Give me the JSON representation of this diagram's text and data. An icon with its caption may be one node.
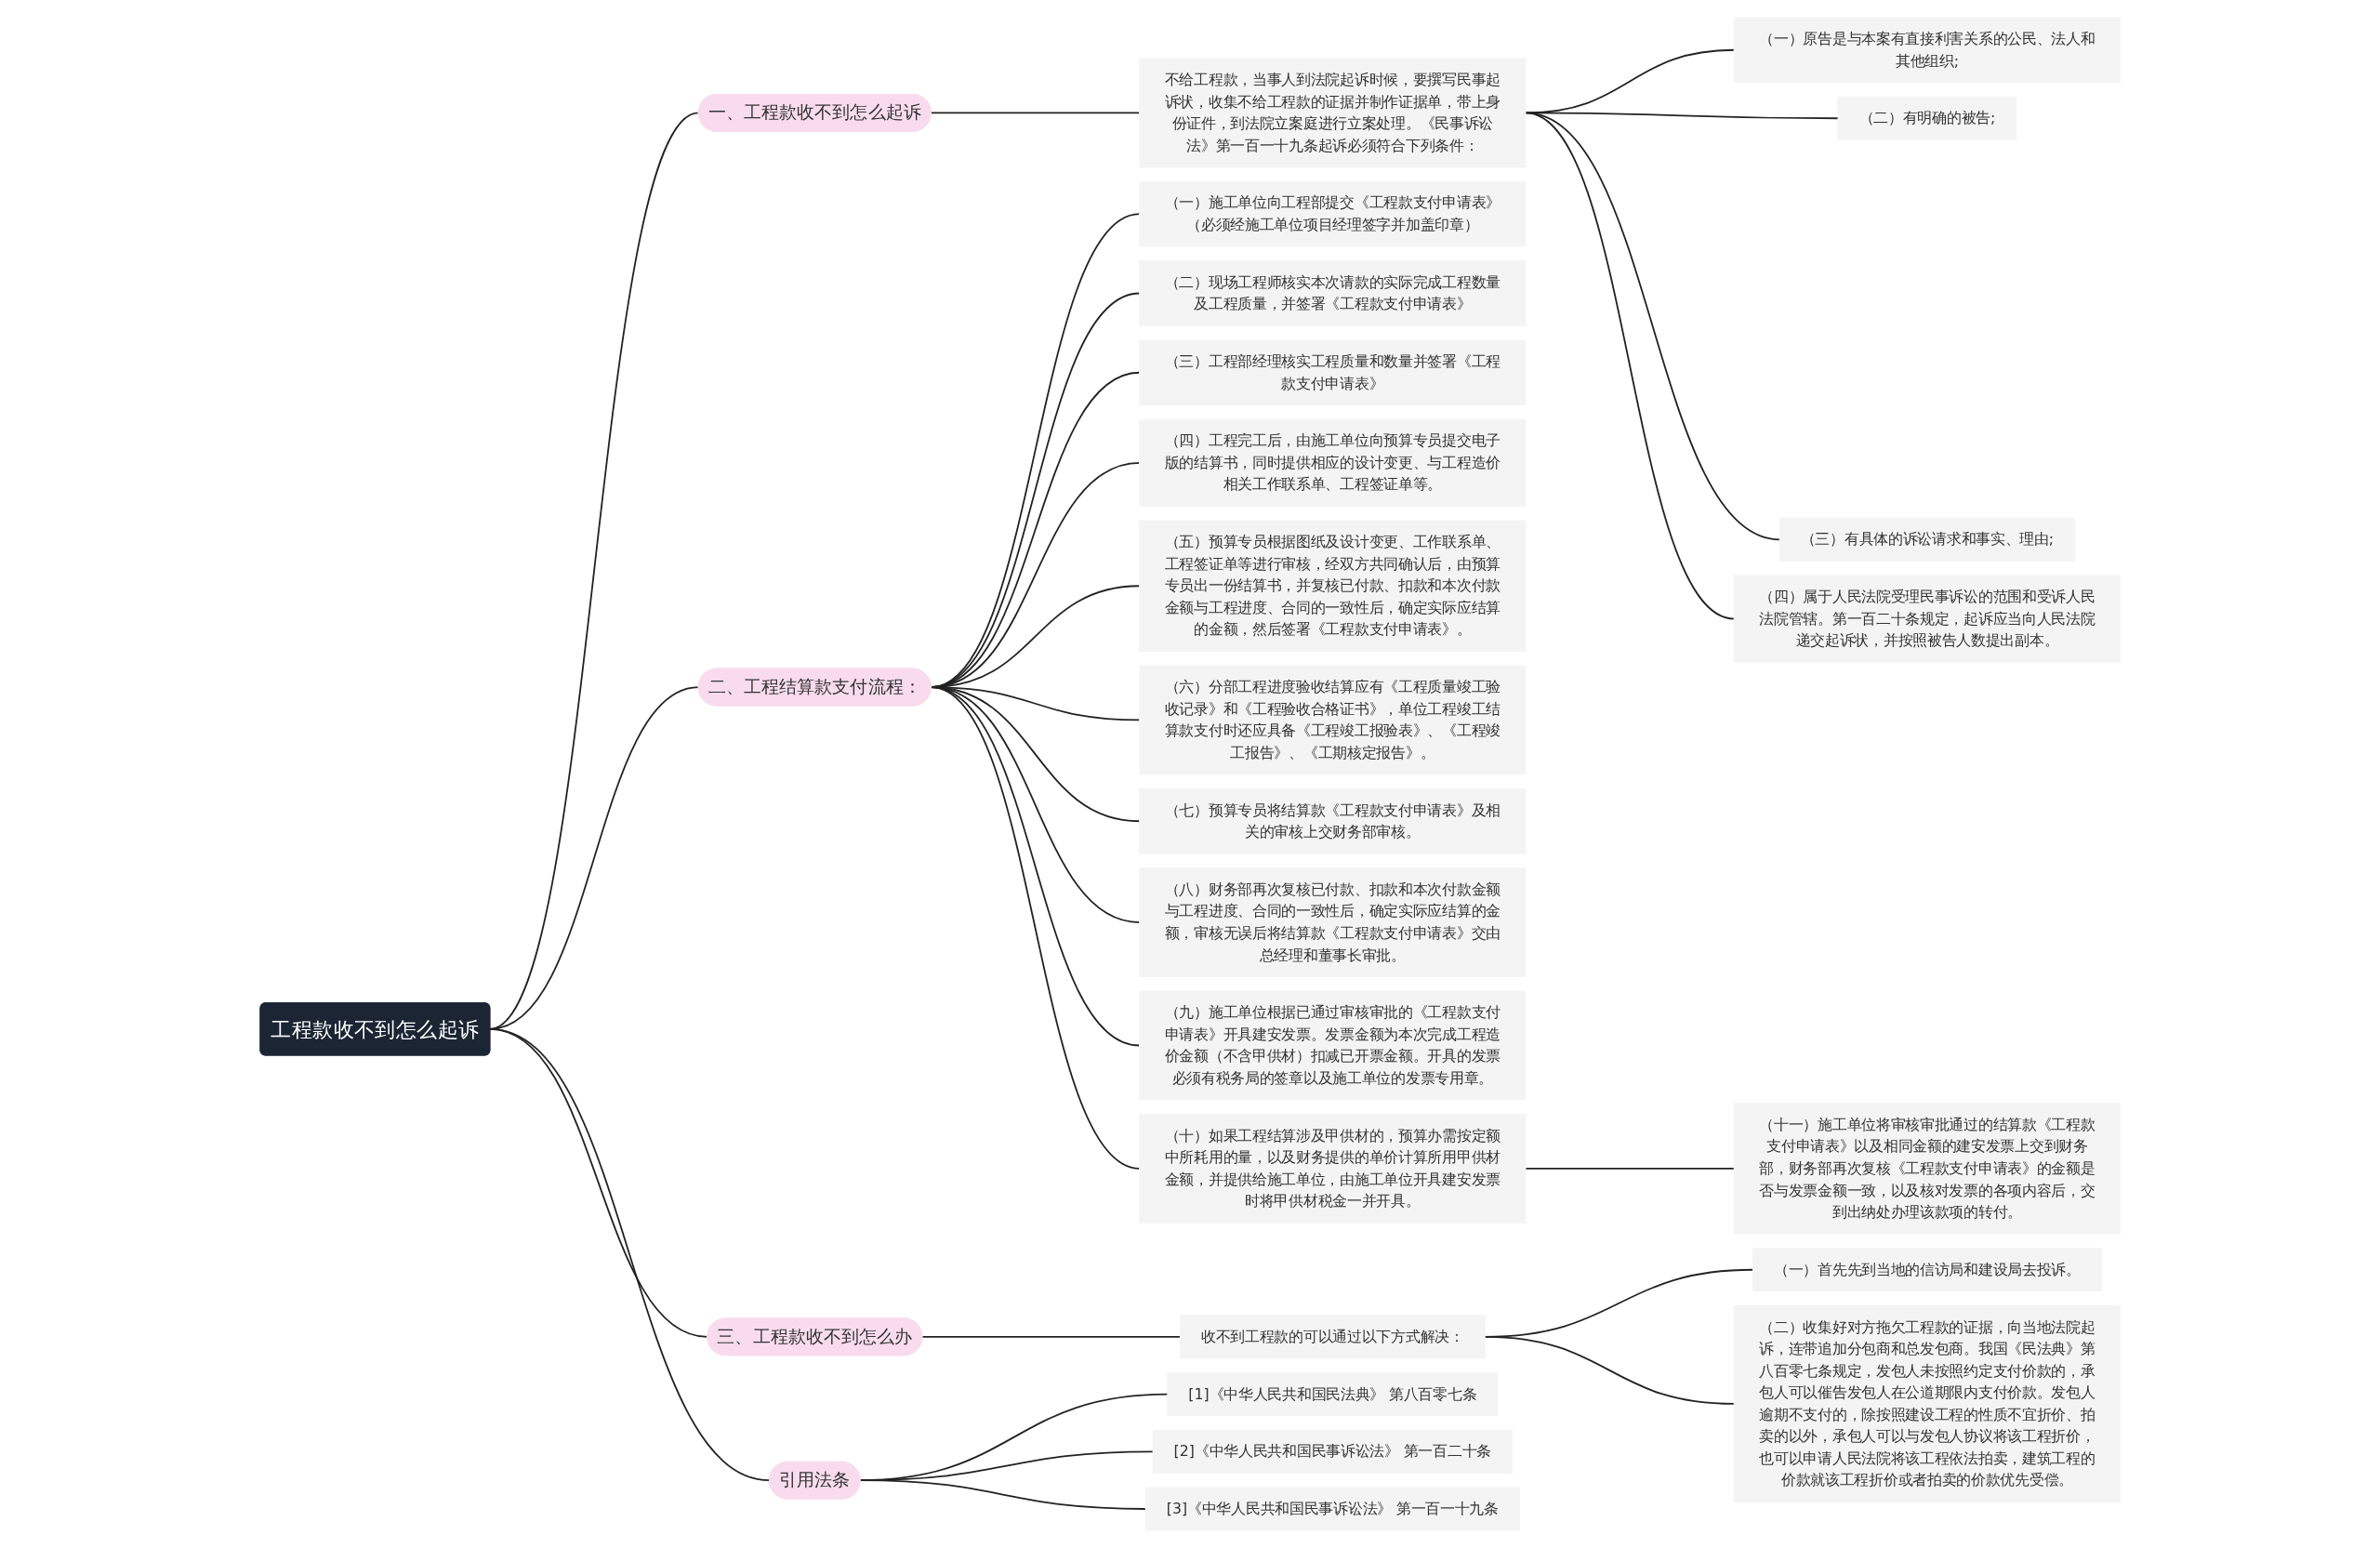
{
  "diagram": {
    "nodes": [
      {
        "text": [
          "工程款收不到怎么起诉"
        ]
      },
      {
        "text": [
          "一、工程款收不到怎么起诉"
        ]
      },
      {
        "text": [
          "不给工程款，当事人到法院起诉时候，要撰写民事起诉状，收集不给工程款的证据并制作证据单，带上身份证件，到法院立案庭进行立案处理。《民事诉讼法》第一百一十九条起诉必须符合下列条件："
        ]
      },
      {
        "text": [
          "（一）原告是与本案有直接利害关系的公民、法人和其他组织;"
        ]
      },
      {
        "text": [
          "（二）有明确的被告;"
        ]
      },
      {
        "text": [
          "（三）有具体的诉讼请求和事实、理由;"
        ]
      },
      {
        "text": [
          "（四）属于人民法院受理民事诉讼的范围和受诉人民法院管辖。第一百二十条规定，起诉应当向人民法院递交起诉状，并按照被告人数提出副本。"
        ]
      },
      {
        "text": [
          "二、工程结算款支付流程："
        ]
      },
      {
        "text": [
          "（一）施工单位向工程部提交《工程款支付申请表》（必须经施工单位项目经理签字并加盖印章）"
        ]
      },
      {
        "text": [
          "（二）现场工程师核实本次请款的实际完成工程数量及工程质量，并签署《工程款支付申请表》"
        ]
      },
      {
        "text": [
          "（三）工程部经理核实工程质量和数量并签署《工程款支付申请表》"
        ]
      },
      {
        "text": [
          "（四）工程完工后，由施工单位向预算专员提交电子版的结算书，同时提供相应的设计变更、与工程造价相关工作联系单、工程签证单等。"
        ]
      },
      {
        "text": [
          "（五）预算专员根据图纸及设计变更、工作联系单、工程签证单等进行审核，经双方共同确认后，由预算专员出一份结算书，并复核已付款、扣款和本次付款金额与工程进度、合同的一致性后，确定实际应结算的金额，然后签署《工程款支付申请表》。"
        ]
      },
      {
        "text": [
          "（六）分部工程进度验收结算应有《工程质量竣工验收记录》和《工程验收合格证书》，单位工程竣工结算款支付时还应具备《工程竣工报验表》、《工程竣工报告》、《工期核定报告》。"
        ]
      },
      {
        "text": [
          "（七）预算专员将结算款《工程款支付申请表》及相关的审核上交财务部审核。"
        ]
      },
      {
        "text": [
          "（八）财务部再次复核已付款、扣款和本次付款金额与工程进度、合同的一致性后，确定实际应结算的金额，审核无误后将结算款《工程款支付申请表》交由总经理和董事长审批。"
        ]
      },
      {
        "text": [
          "（九）施工单位根据已通过审核审批的《工程款支付申请表》开具建安发票。发票金额为本次完成工程造价金额（不含甲供材）扣减已开票金额。开具的发票必须有税务局的签章以及施工单位的发票专用章。"
        ]
      },
      {
        "text": [
          "（十）如果工程结算涉及甲供材的，预算办需按定额中所耗用的量，以及财务提供的单价计算所用甲供材金额，并提供给施工单位，由施工单位开具建安发票时将甲供材税金一并开具。"
        ]
      },
      {
        "text": [
          "（十一）施工单位将审核审批通过的结算款《工程款支付申请表》以及相同金额的建安发票上交到财务部，财务部再次复核《工程款支付申请表》的金额是否与发票金额一致，以及核对发票的各项内容后，交到出纳处办理该款项的转付。"
        ]
      },
      {
        "text": [
          "三、工程款收不到怎么办"
        ]
      },
      {
        "text": [
          "收不到工程款的可以通过以下方式解决："
        ]
      },
      {
        "text": [
          "（一）首先先到当地的信访局和建设局去投诉。"
        ]
      },
      {
        "text": [
          "（二）收集好对方拖欠工程款的证据，向当地法院起诉，连带追加分包商和总发包商。我国《民法典》第八百零七条规定，发包人未按照约定支付价款的，承包人可以催告发包人在公道期限内支付价款。发包人逾期不支付的，除按照建设工程的性质不宜折价、拍卖的以外，承包人可以与发包人协议将该工程折价，也可以申请人民法院将该工程依法拍卖，建筑工程的价款就该工程折价或者拍卖的价款优先受偿。"
        ]
      },
      {
        "text": [
          "引用法条"
        ]
      },
      {
        "text": [
          "[1]《中华人民共和国民法典》 第八百零七条"
        ]
      },
      {
        "text": [
          "[2]《中华人民共和国民事诉讼法》 第一百二十条"
        ]
      },
      {
        "text": [
          "[3]《中华人民共和国民事诉讼法》 第一百一十九条"
        ]
      }
    ],
    "edges": [
      {
        "from": 0,
        "to": 1,
        "arrow": "none"
      },
      {
        "from": 1,
        "to": 2,
        "arrow": "none"
      },
      {
        "from": 2,
        "to": 3,
        "arrow": "none"
      },
      {
        "from": 2,
        "to": 4,
        "arrow": "none"
      },
      {
        "from": 2,
        "to": 5,
        "arrow": "none"
      },
      {
        "from": 2,
        "to": 6,
        "arrow": "none"
      },
      {
        "from": 0,
        "to": 7,
        "arrow": "none"
      },
      {
        "from": 7,
        "to": 8,
        "arrow": "none"
      },
      {
        "from": 7,
        "to": 9,
        "arrow": "none"
      },
      {
        "from": 7,
        "to": 10,
        "arrow": "none"
      },
      {
        "from": 7,
        "to": 11,
        "arrow": "none"
      },
      {
        "from": 7,
        "to": 12,
        "arrow": "none"
      },
      {
        "from": 7,
        "to": 13,
        "arrow": "none"
      },
      {
        "from": 7,
        "to": 14,
        "arrow": "none"
      },
      {
        "from": 7,
        "to": 15,
        "arrow": "none"
      },
      {
        "from": 7,
        "to": 16,
        "arrow": "none"
      },
      {
        "from": 7,
        "to": 17,
        "arrow": "none"
      },
      {
        "from": 17,
        "to": 18,
        "arrow": "none"
      },
      {
        "from": 0,
        "to": 19,
        "arrow": "none"
      },
      {
        "from": 19,
        "to": 20,
        "arrow": "none"
      },
      {
        "from": 20,
        "to": 21,
        "arrow": "none"
      },
      {
        "from": 20,
        "to": 22,
        "arrow": "none"
      },
      {
        "from": 0,
        "to": 23,
        "arrow": "none"
      },
      {
        "from": 23,
        "to": 24,
        "arrow": "none"
      },
      {
        "from": 23,
        "to": 25,
        "arrow": "none"
      },
      {
        "from": 23,
        "to": 26,
        "arrow": "none"
      }
    ]
  }
}
